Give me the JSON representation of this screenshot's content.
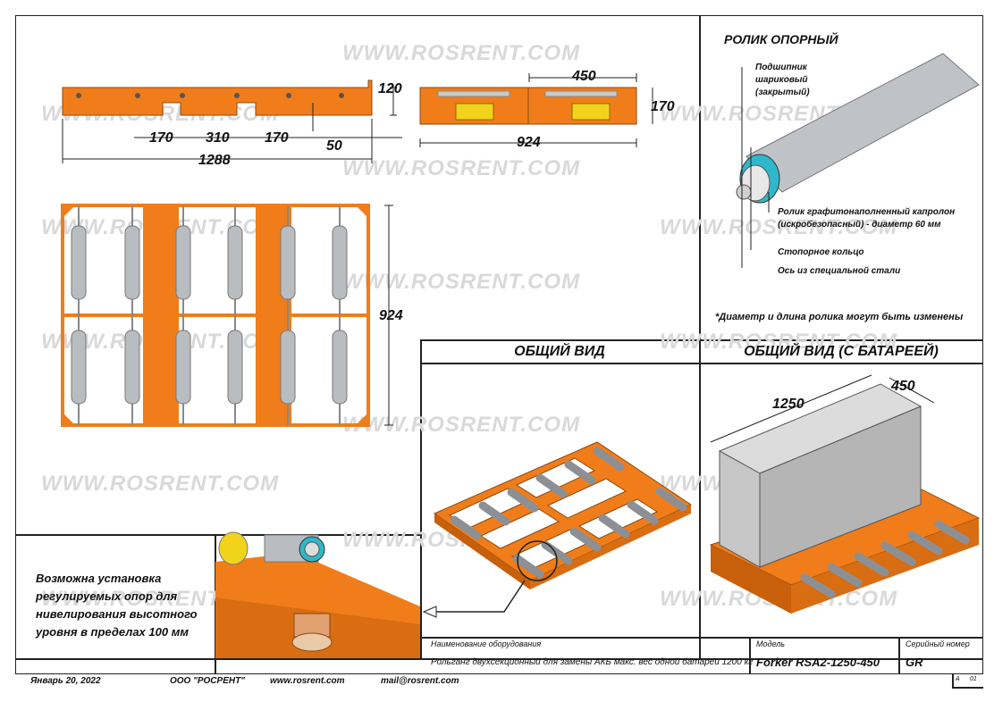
{
  "watermark": "WWW.ROSRENT.COM",
  "dimensions": {
    "side_top": "450",
    "side_height_left": "120",
    "side_height_right": "170",
    "gap_a": "170",
    "gap_b": "310",
    "gap_c": "170",
    "offset": "50",
    "total_length": "1288",
    "side_width": "924",
    "plan_depth": "924",
    "battery_length": "1250",
    "battery_width": "450"
  },
  "roller": {
    "title": "РОЛИК ОПОРНЫЙ",
    "bearing": "Подшипник\nшариковый\n(закрытый)",
    "roller_material": "Ролик графитонаполненный капролон\n(искробезопасный) - диаметр 60 мм",
    "retaining_ring": "Стопорное кольцо",
    "axle": "Ось из специальной стали",
    "note": "*Диаметр и длина ролика могут быть изменены"
  },
  "views": {
    "general": "ОБЩИЙ ВИД",
    "general_battery": "ОБЩИЙ ВИД (С БАТАРЕЕЙ)"
  },
  "detail_note": "Возможна установка регулируемых опор для нивелирования высотного уровня в пределах 100 мм",
  "title_block": {
    "equipment_label": "Наименование оборудования",
    "equipment_value": "Рольганг двухсекционный для замены АКБ макс. вес одной батареи 1200 кг",
    "model_label": "Модель",
    "model_value": "Forker RSA2-1250-450",
    "serial_label": "Серийный номер",
    "serial_value": "GR",
    "sheet_a": "А",
    "sheet_b": "01"
  },
  "footer": {
    "date": "Январь 20, 2022",
    "company": "ООО \"РОСРЕНТ\"",
    "website": "www.rosrent.com",
    "email": "mail@rosrent.com"
  },
  "colors": {
    "orange": "#f07d1a",
    "orange_dark": "#c85f0a",
    "roller_grey": "#b9bcc0",
    "accent_cyan": "#2fb8c9",
    "yellow": "#f2d31c"
  }
}
